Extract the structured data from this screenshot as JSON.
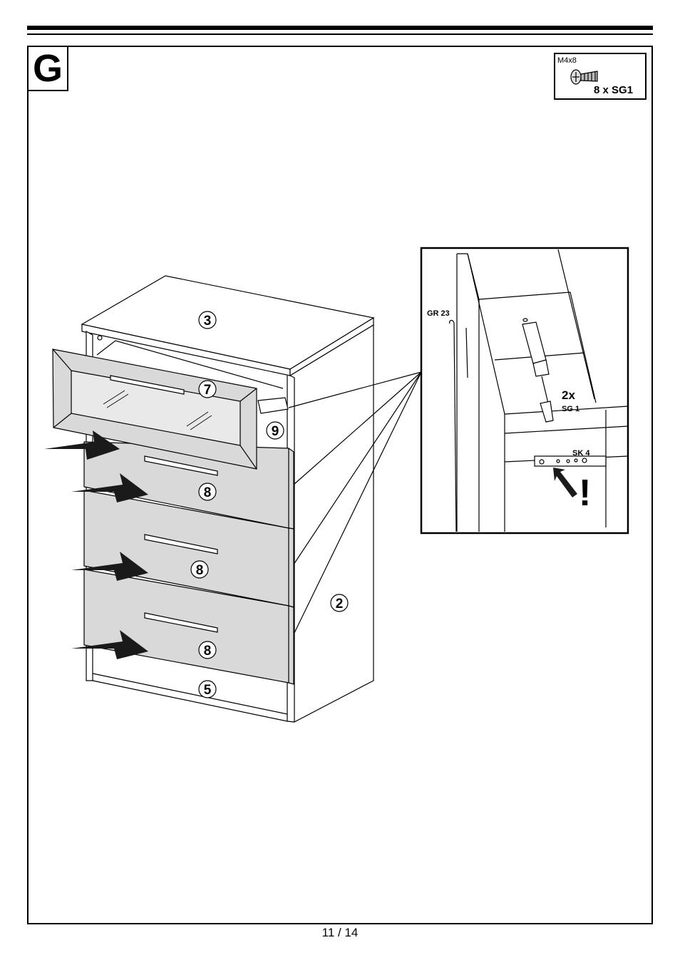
{
  "step": {
    "letter": "G"
  },
  "parts": {
    "size": "M4x8",
    "quantity": "8 x SG1"
  },
  "callouts": {
    "top_panel": "3",
    "front_drawer": "7",
    "drawer_1": "8",
    "drawer_2": "8",
    "drawer_3": "8",
    "side_panel": "2",
    "plinth": "5",
    "runner": "9"
  },
  "detail": {
    "handle_label": "GR 23",
    "screw_count": "2x",
    "screw_label": "SG 1",
    "runner_label": "SK 4",
    "warning": "!"
  },
  "footer": {
    "page": "11 / 14"
  }
}
